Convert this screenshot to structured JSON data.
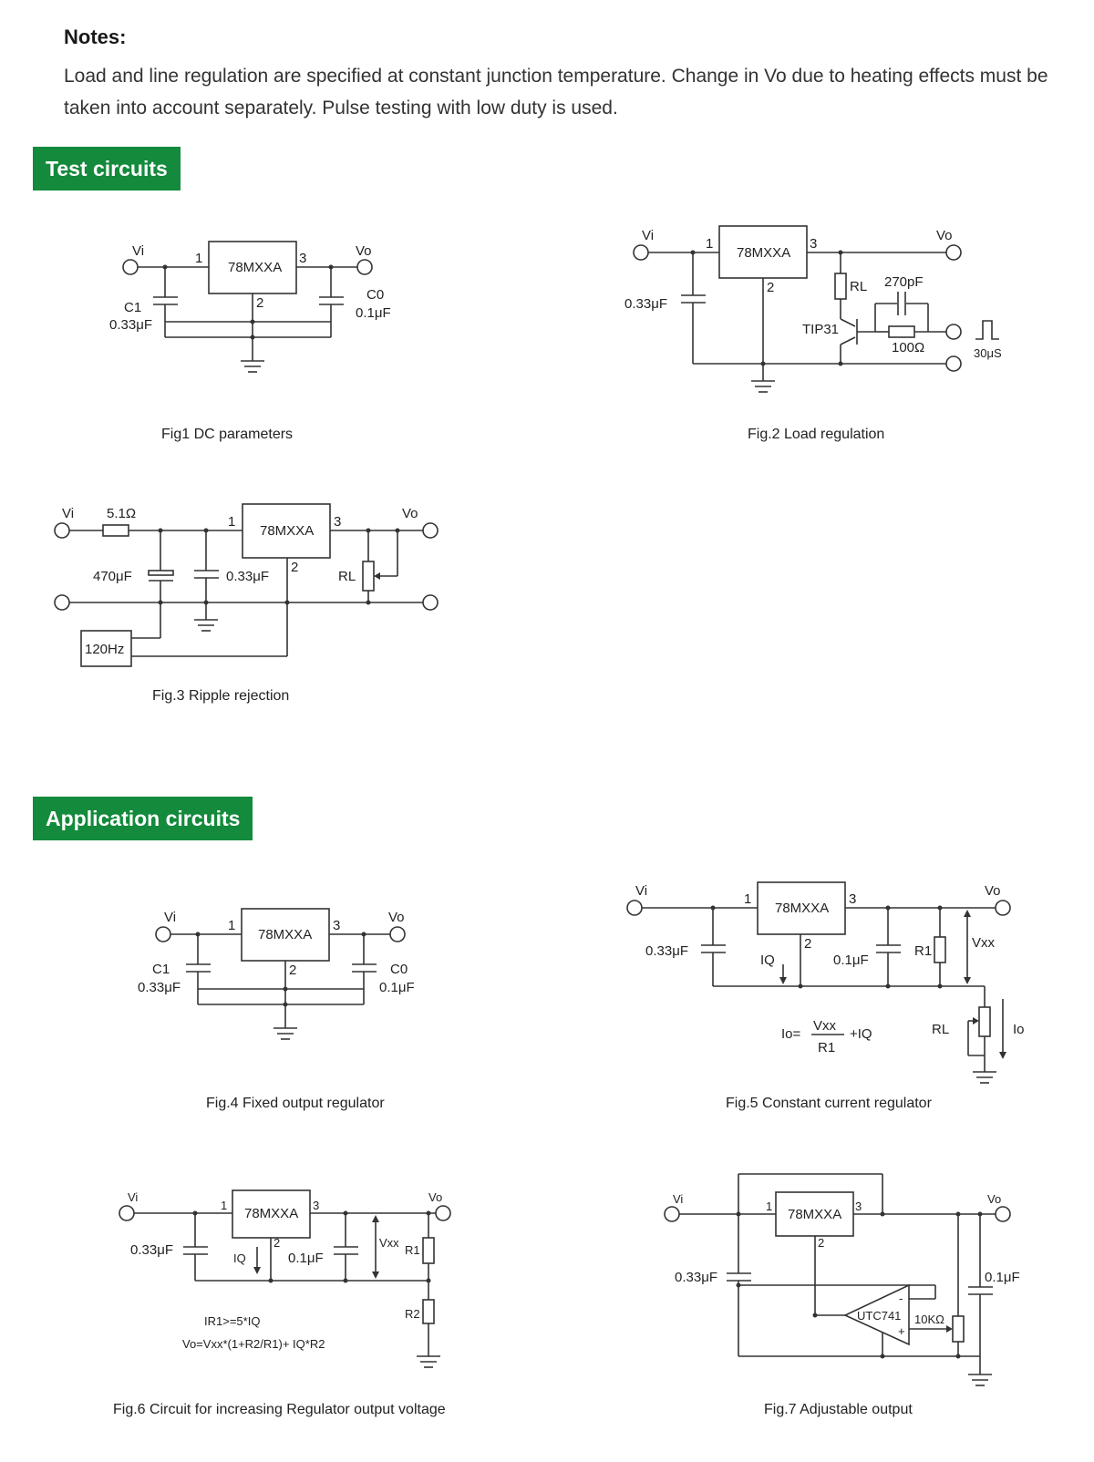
{
  "notes": {
    "title": "Notes:",
    "body": "Load and line regulation are specified at constant junction temperature. Change in Vo due to heating effects must be taken into account separately. Pulse testing with low duty is used."
  },
  "sections": {
    "test": "Test circuits",
    "application": "Application circuits"
  },
  "figures": {
    "fig1": {
      "caption": "Fig1 DC parameters",
      "ic": "78MXXA",
      "vi": "Vi",
      "vo": "Vo",
      "pin1": "1",
      "pin2": "2",
      "pin3": "3",
      "c1_name": "C1",
      "c1_val": "0.33μF",
      "c0_name": "C0",
      "c0_val": "0.1μF"
    },
    "fig2": {
      "caption": "Fig.2 Load regulation",
      "ic": "78MXXA",
      "vi": "Vi",
      "vo": "Vo",
      "pin1": "1",
      "pin2": "2",
      "pin3": "3",
      "cin": "0.33μF",
      "rl": "RL",
      "cap": "270pF",
      "transistor": "TIP31",
      "res": "100Ω",
      "pulse": "30μS"
    },
    "fig3": {
      "caption": "Fig.3 Ripple rejection",
      "ic": "78MXXA",
      "vi": "Vi",
      "vo": "Vo",
      "pin1": "1",
      "pin2": "2",
      "pin3": "3",
      "res": "5.1Ω",
      "c1": "470μF",
      "c2": "0.33μF",
      "rl": "RL",
      "source": "120Hz"
    },
    "fig4": {
      "caption": "Fig.4 Fixed output regulator",
      "ic": "78MXXA",
      "vi": "Vi",
      "vo": "Vo",
      "pin1": "1",
      "pin2": "2",
      "pin3": "3",
      "c1_name": "C1",
      "c1_val": "0.33μF",
      "c0_name": "C0",
      "c0_val": "0.1μF"
    },
    "fig5": {
      "caption": "Fig.5 Constant current regulator",
      "ic": "78MXXA",
      "vi": "Vi",
      "vo": "Vo",
      "pin1": "1",
      "pin2": "2",
      "pin3": "3",
      "cin": "0.33μF",
      "cout": "0.1μF",
      "iq": "IQ",
      "r1": "R1",
      "vxx": "Vxx",
      "rl": "RL",
      "io": "Io",
      "formula_lhs": "Io=",
      "formula_num": "Vxx",
      "formula_den": "R1",
      "formula_rhs": "+IQ"
    },
    "fig6": {
      "caption": "Fig.6 Circuit for increasing Regulator output voltage",
      "ic": "78MXXA",
      "vi": "Vi",
      "vo": "Vo",
      "pin1": "1",
      "pin2": "2",
      "pin3": "3",
      "cin": "0.33μF",
      "cout": "0.1μF",
      "iq": "IQ",
      "vxx": "Vxx",
      "r1": "R1",
      "r2": "R2",
      "eq1": "IR1>=5*IQ",
      "eq2": "Vo=Vxx*(1+R2/R1)+ IQ*R2"
    },
    "fig7": {
      "caption": "Fig.7 Adjustable output",
      "ic": "78MXXA",
      "vi": "Vi",
      "vo": "Vo",
      "pin1": "1",
      "pin2": "2",
      "pin3": "3",
      "cin": "0.33μF",
      "cout": "0.1μF",
      "opamp": "UTC741",
      "pot": "10KΩ",
      "minus": "-",
      "plus": "+"
    }
  }
}
